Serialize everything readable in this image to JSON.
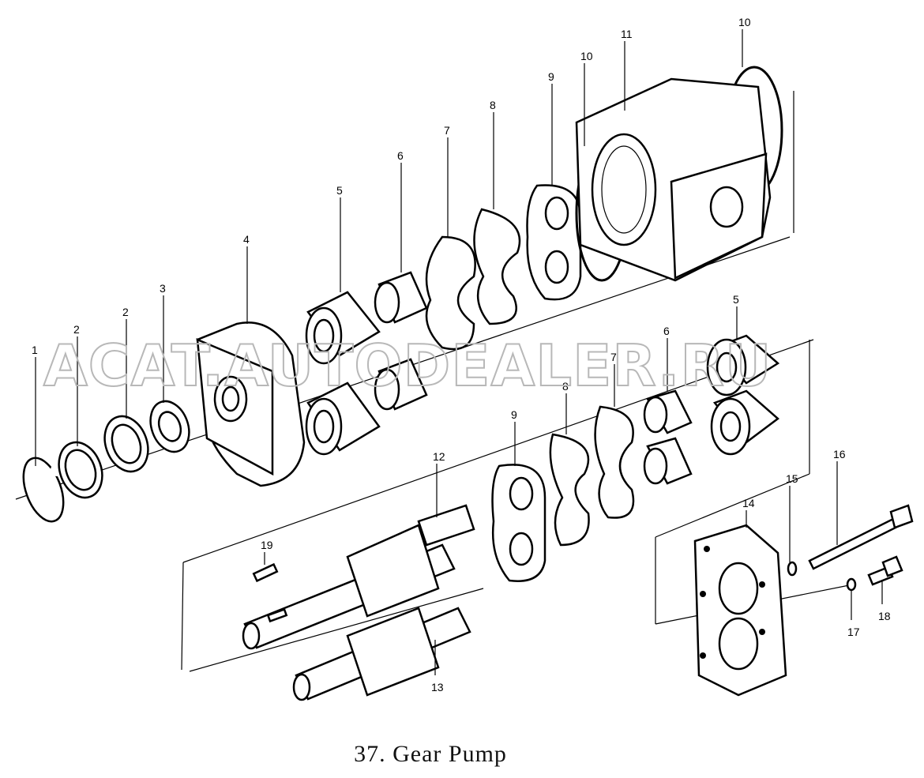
{
  "caption": "37. Gear Pump",
  "watermark": "ACAT.AUTODEALER.RU",
  "callouts": [
    "1",
    "2",
    "2",
    "3",
    "4",
    "5",
    "6",
    "7",
    "8",
    "9",
    "10",
    "10",
    "11",
    "5",
    "6",
    "7",
    "8",
    "9",
    "12",
    "13",
    "14",
    "15",
    "16",
    "17",
    "18",
    "19"
  ]
}
